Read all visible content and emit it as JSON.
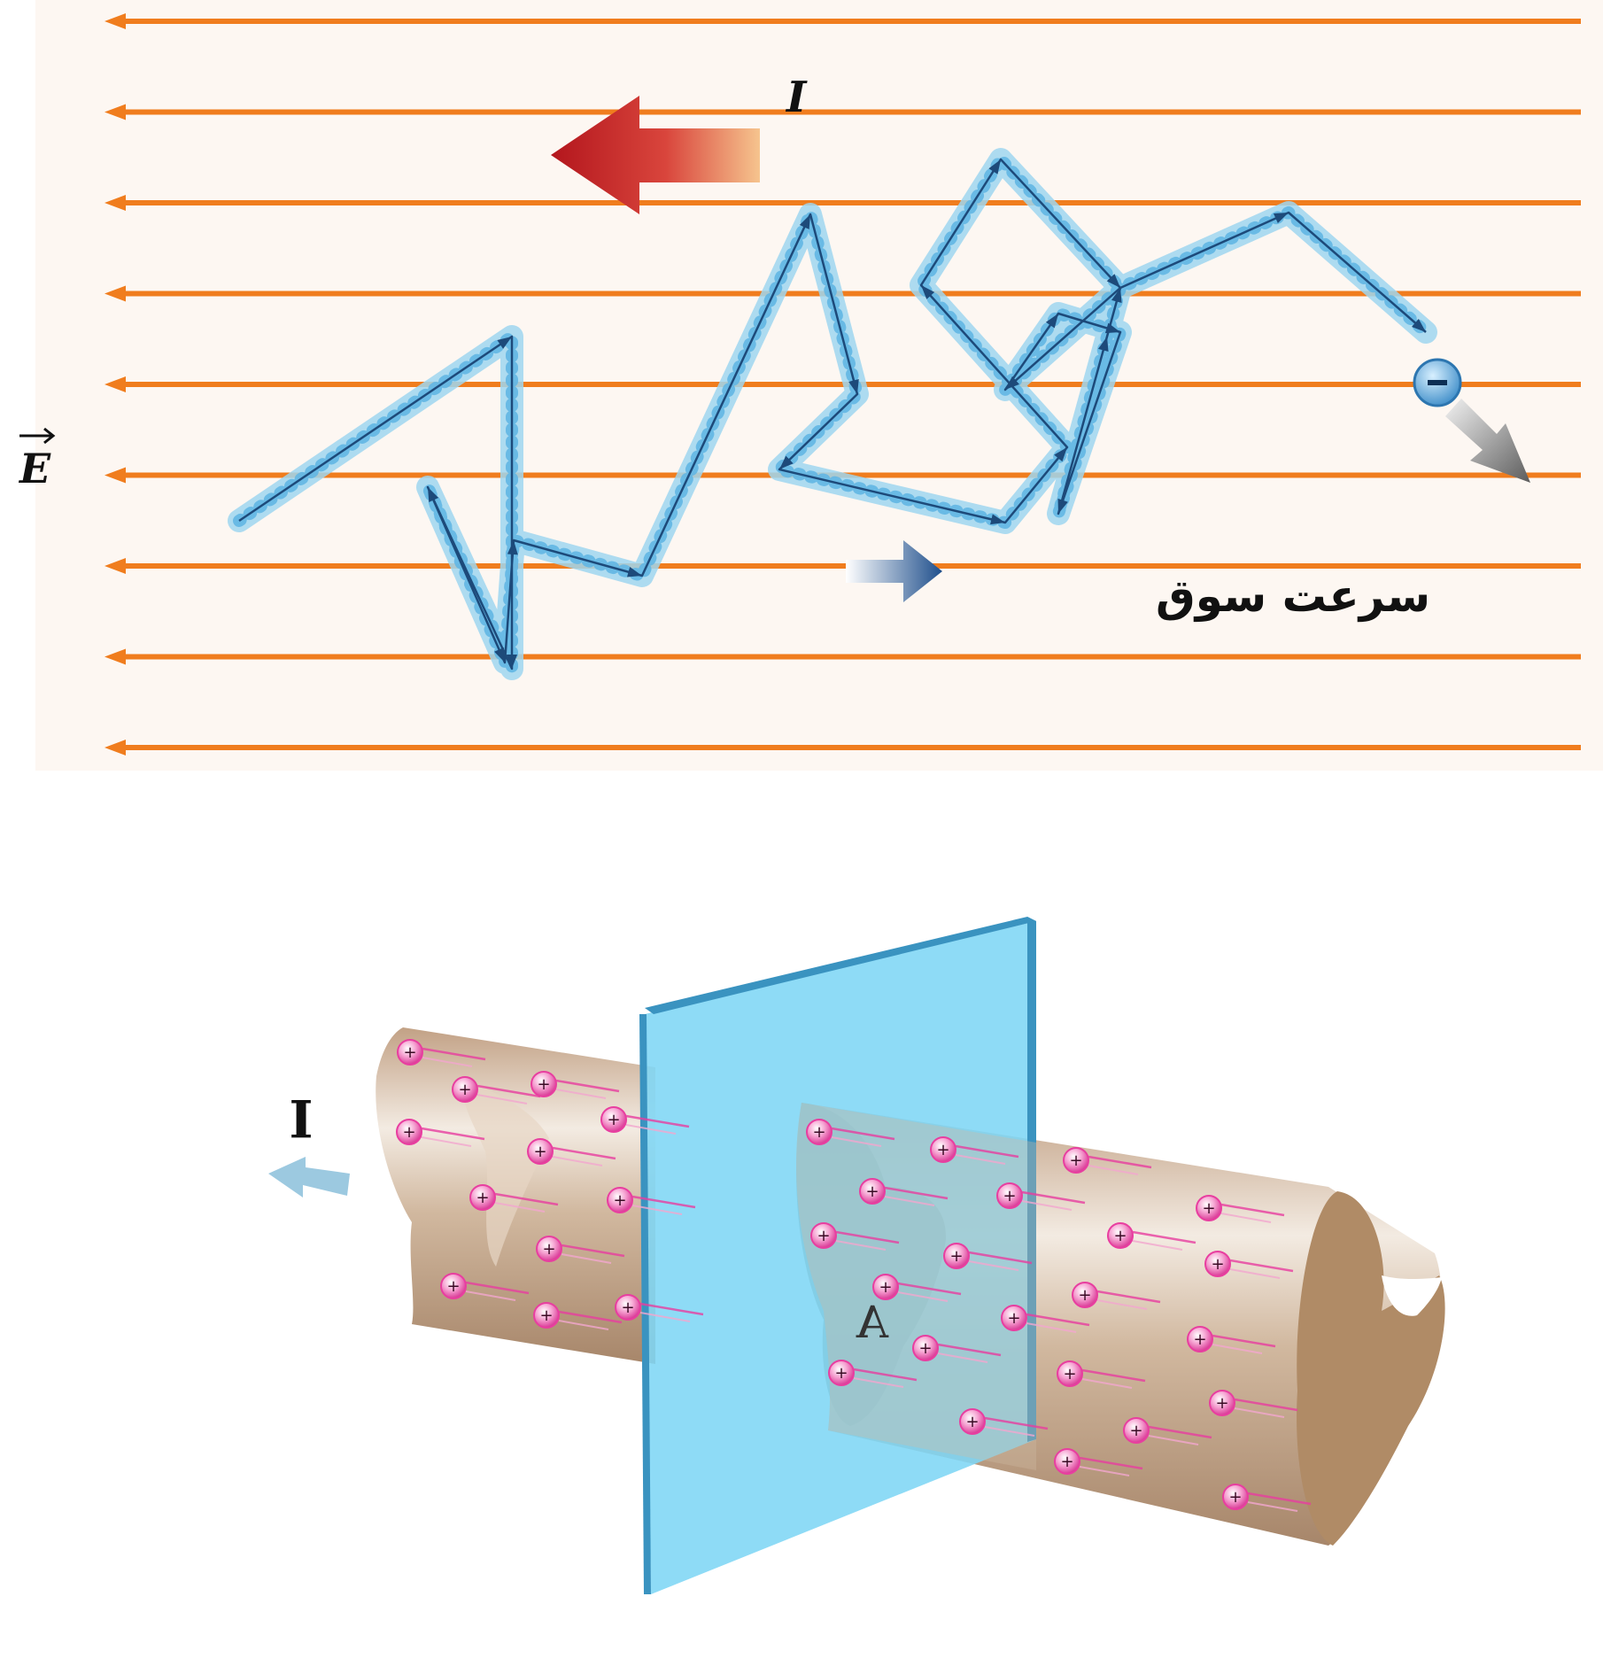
{
  "top_diagram": {
    "field_label": "E",
    "current_label": "I",
    "drift_label": "سرعت سوق",
    "charge_sign": "−",
    "colors": {
      "field_line": "#f07d1e",
      "path_glow": "#9fd6f0",
      "path_line": "#1d4a7a",
      "current_arrow": "#c8262a",
      "drift_arrow": "#2f5f9a",
      "electron": "#4aa3d8"
    }
  },
  "bottom_diagram": {
    "current_label": "I",
    "area_label": "A",
    "charge_sign": "+",
    "colors": {
      "plane": "#7ed6f5",
      "plane_edge": "#3a93c0",
      "wire": "#c9ae92",
      "wire_end": "#b08b66",
      "charge": "#e83ea0",
      "current_arrow": "#9cc9e0"
    }
  }
}
